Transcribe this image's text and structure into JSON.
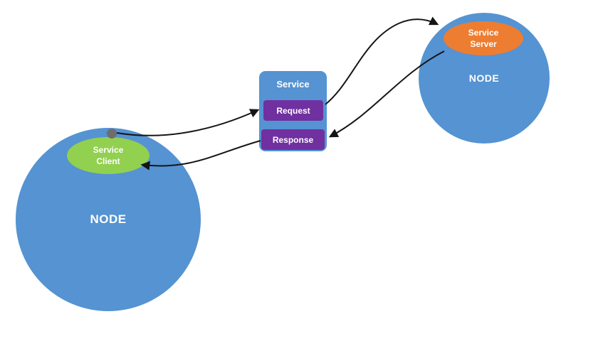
{
  "diagram": {
    "left_node": {
      "label": "NODE"
    },
    "right_node": {
      "label": "NODE"
    },
    "service_client": {
      "line1": "Service",
      "line2": "Client"
    },
    "service_server": {
      "line1": "Service",
      "line2": "Server"
    },
    "service_box": {
      "title": "Service",
      "request_label": "Request",
      "response_label": "Response"
    },
    "colors": {
      "node_blue": "#5593d2",
      "client_green": "#92d050",
      "server_orange": "#ed7d31",
      "operation_purple": "#7030a0",
      "connector_gray": "#6e6e6e",
      "arrow_black": "#151515",
      "background": "#ffffff"
    }
  }
}
